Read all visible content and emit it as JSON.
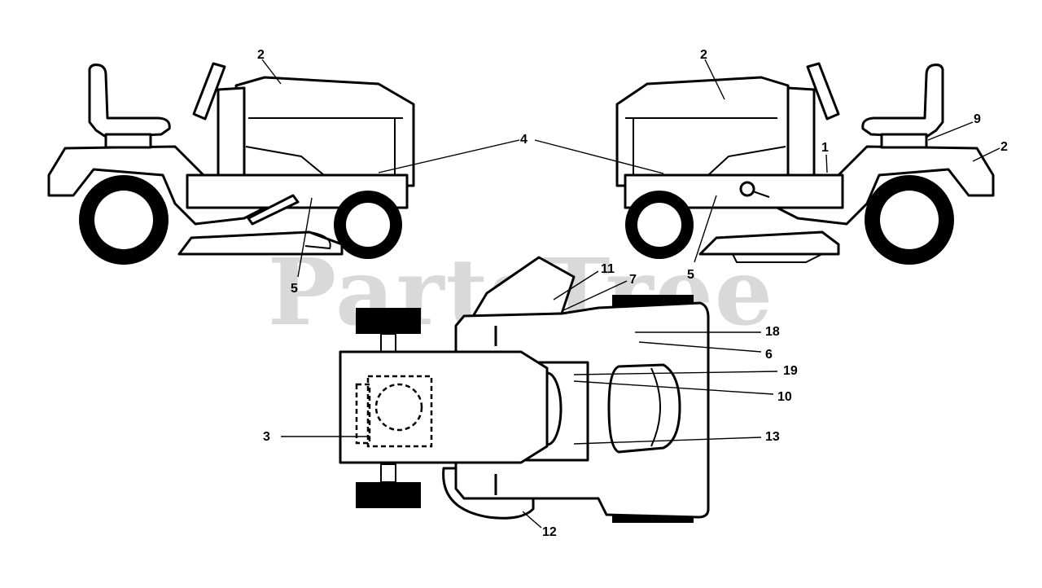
{
  "watermark": "PartsTree",
  "callouts": {
    "left_hood": "2",
    "left_side": "4",
    "left_lower": "5",
    "right_hood": "2",
    "right_side": "4",
    "right_lower": "5",
    "right_fender_top": "9",
    "right_rear": "2",
    "right_frame": "1",
    "top_chute_a": "11",
    "top_chute_b": "7",
    "top_18": "18",
    "top_6": "6",
    "top_19": "19",
    "top_10": "10",
    "top_13": "13",
    "top_3": "3",
    "top_12": "12"
  }
}
